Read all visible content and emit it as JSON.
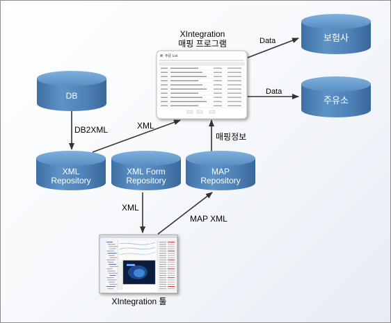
{
  "nodes": {
    "db": "DB",
    "xml_repository": [
      "XML",
      "Repository"
    ],
    "xml_form_repository": [
      "XML Form",
      "Repository"
    ],
    "map_repository": [
      "MAP",
      "Repository"
    ],
    "insurer": "보험사",
    "gas_station": "주유소"
  },
  "edges": {
    "db2xml": "DB2XML",
    "xml_to_program": "XML",
    "data_top": "Data",
    "data_bottom": "Data",
    "mapping_info": "매핑정보",
    "xml_to_tool": "XML",
    "map_xml": "MAP XML"
  },
  "program": {
    "title_line1": "XIntegration",
    "title_line2": "매핑 프로그램",
    "window_title": "주문 List"
  },
  "tool": {
    "caption": "XIntegration 툴"
  },
  "colors": {
    "cylinder_top": "#5f93c6",
    "cylinder_body_light": "#5d8fc2",
    "cylinder_body_dark": "#3e6ea1",
    "arrow": "#333333"
  }
}
